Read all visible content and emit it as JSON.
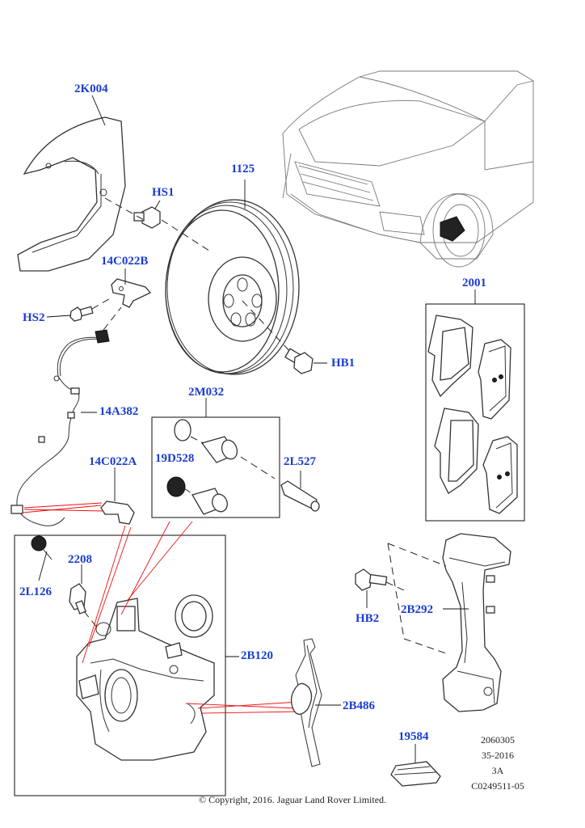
{
  "labels": {
    "shield": "2K004",
    "hs1": "HS1",
    "disc": "1125",
    "bracket_b": "14C022B",
    "hs2": "HS2",
    "hb1": "HB1",
    "pads": "2001",
    "sensor": "14A382",
    "kit": "2M032",
    "boot": "19D528",
    "pin": "2L527",
    "bracket_a": "14C022A",
    "cap": "2L126",
    "bleed": "2208",
    "caliper": "2B120",
    "hb2": "HB2",
    "carrier": "2B292",
    "spring": "2B486",
    "grease": "19584"
  },
  "meta": {
    "line1": "2060305",
    "line2": "35-2016",
    "line3": "3A",
    "line4": "C0249511-05"
  },
  "copyright": "© Copyright, 2016. Jaguar Land Rover Limited.",
  "colors": {
    "label": "#1a3cd1",
    "leader_red": "#e11111",
    "line": "#333333"
  }
}
